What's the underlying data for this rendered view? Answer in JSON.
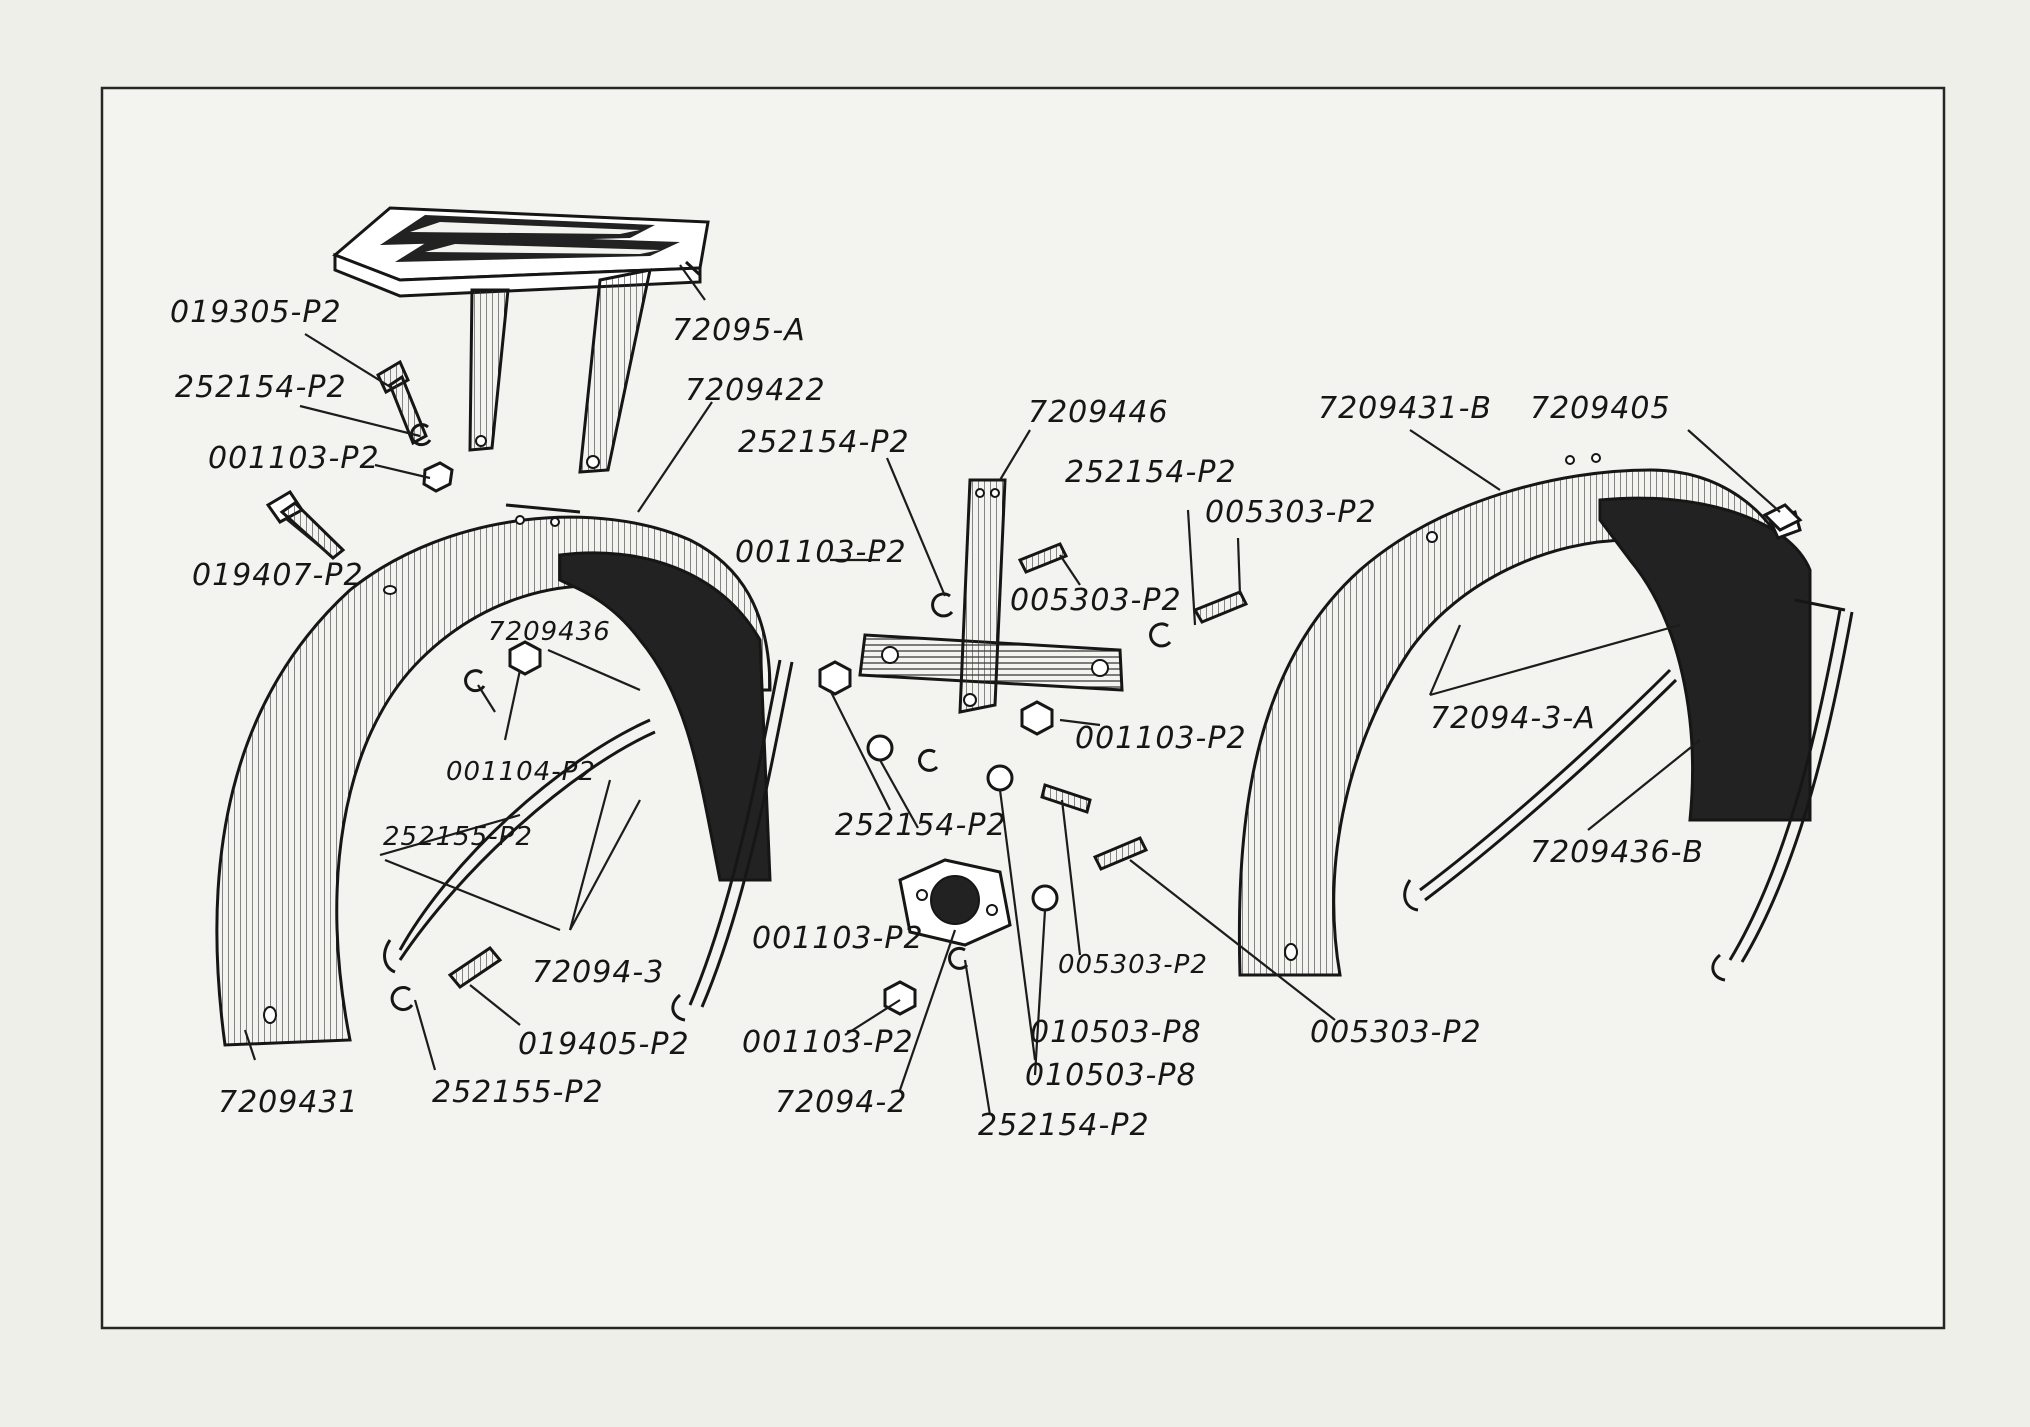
{
  "labels": {
    "rack": "72095-A",
    "bolt_top": "019305-P2",
    "washer_top": "252154-P2",
    "nut_top": "001103-P2",
    "bolt_left": "019407-P2",
    "pin": "7209422",
    "front_stay_inner": "7209436",
    "nut_104": "001104-P2",
    "washer_155a": "252155-P2",
    "stays_front": "72094-3",
    "bolt_405": "019405-P2",
    "washer_155b": "252155-P2",
    "front_fender": "7209431",
    "bracket": "7209446",
    "washer_mid_l": "252154-P2",
    "nut_mid_l": "001103-P2",
    "screw_mid_a": "005303-P2",
    "washer_mid_r": "252154-P2",
    "screw_mid_r": "005303-P2",
    "nut_mid_r": "001103-P2",
    "washer_mid_c": "252154-P2",
    "nut_mid_c": "001103-P2",
    "screw_mid_b": "005303-P2",
    "spacer_1": "010503-P8",
    "spacer_2": "010503-P8",
    "nut_bottom": "001103-P2",
    "clip": "72094-2",
    "washer_bottom": "252154-P2",
    "screw_long": "005303-P2",
    "rear_fender": "7209431-B",
    "rear_bolt": "7209405",
    "rear_stays": "72094-3-A",
    "rear_stay_b": "7209436-B"
  }
}
